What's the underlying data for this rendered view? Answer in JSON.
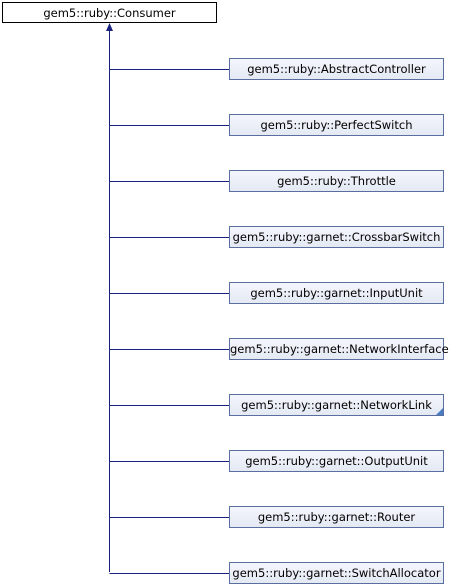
{
  "root": {
    "label": "gem5::ruby::Consumer"
  },
  "children": [
    {
      "label": "gem5::ruby::AbstractController",
      "has_more": false
    },
    {
      "label": "gem5::ruby::PerfectSwitch",
      "has_more": false
    },
    {
      "label": "gem5::ruby::Throttle",
      "has_more": false
    },
    {
      "label": "gem5::ruby::garnet::CrossbarSwitch",
      "has_more": false
    },
    {
      "label": "gem5::ruby::garnet::InputUnit",
      "has_more": false
    },
    {
      "label": "gem5::ruby::garnet::NetworkInterface",
      "has_more": false
    },
    {
      "label": "gem5::ruby::garnet::NetworkLink",
      "has_more": true
    },
    {
      "label": "gem5::ruby::garnet::OutputUnit",
      "has_more": false
    },
    {
      "label": "gem5::ruby::garnet::Router",
      "has_more": false
    },
    {
      "label": "gem5::ruby::garnet::SwitchAllocator",
      "has_more": false
    }
  ],
  "colors": {
    "edge": "#1a237e",
    "node_border": "#5a6ea0",
    "more_marker": "#4a7cc4"
  }
}
